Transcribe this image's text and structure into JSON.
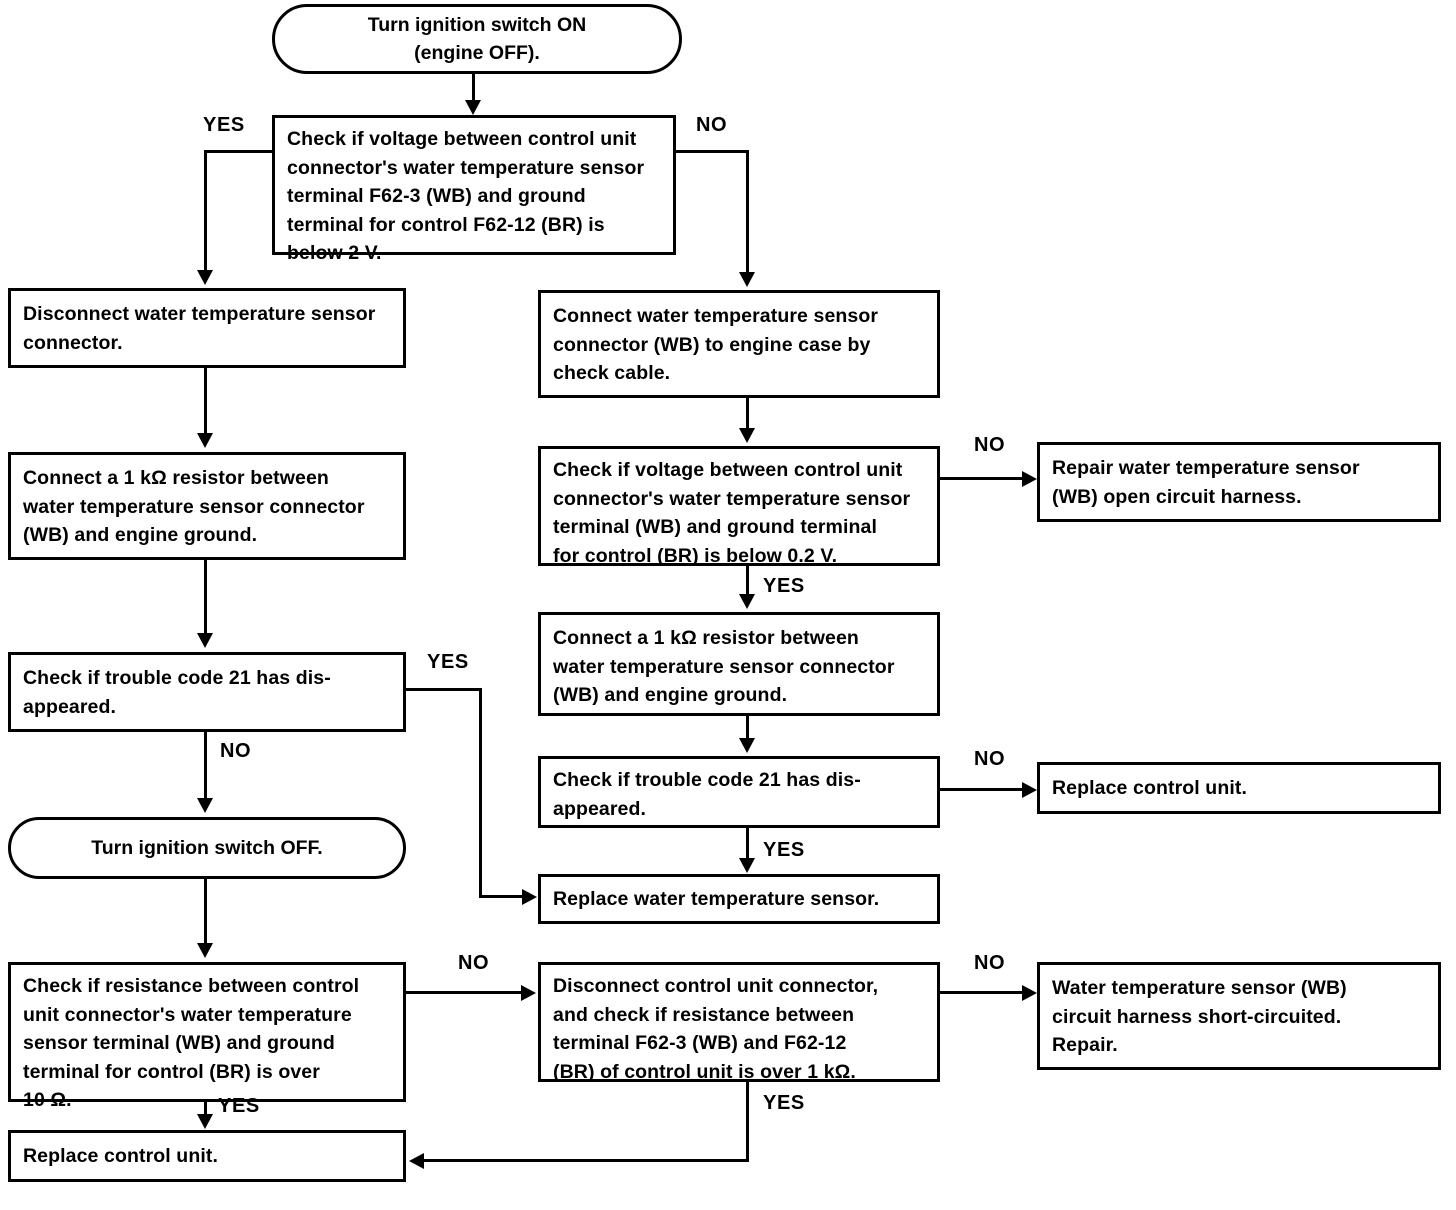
{
  "diagram": {
    "title": "Water temperature sensor trouble code 21 diagnostic flowchart",
    "line_color": "#000000",
    "background": "#ffffff",
    "nodes": {
      "start": {
        "kind": "terminal",
        "text": "Turn ignition switch ON\n(engine OFF)."
      },
      "check_voltage_f62": {
        "kind": "decision-box",
        "text": "Check if voltage between control unit\nconnector's water temperature sensor\nterminal F62-3 (WB) and ground\nterminal for control F62-12 (BR) is\nbelow 2 V."
      },
      "disconnect_sensor_connector": {
        "kind": "process",
        "text": "Disconnect water temperature sensor\nconnector."
      },
      "connect_resistor_left": {
        "kind": "process",
        "text": "Connect a 1 kΩ resistor between\nwater temperature sensor connector\n(WB) and engine ground."
      },
      "check_code21_left": {
        "kind": "decision-box",
        "text": "Check if trouble code 21 has dis-\nappeared."
      },
      "ignition_off": {
        "kind": "terminal",
        "text": "Turn ignition switch OFF."
      },
      "check_resistance_left": {
        "kind": "decision-box",
        "text": " Check if resistance between control\nunit connector's water temperature\nsensor terminal (WB) and ground\nterminal for control (BR) is over\n10 Ω."
      },
      "replace_control_unit_left": {
        "kind": "process",
        "text": "Replace control unit."
      },
      "connect_sensor_to_case": {
        "kind": "process",
        "text": "Connect water temperature sensor\nconnector (WB) to engine case by\ncheck cable."
      },
      "check_voltage_02v": {
        "kind": "decision-box",
        "text": "Check if voltage between control unit\nconnector's water temperature sensor\nterminal (WB) and ground terminal\nfor control (BR) is below 0.2 V."
      },
      "connect_resistor_mid": {
        "kind": "process",
        "text": "Connect a 1 kΩ resistor between\nwater temperature sensor connector\n(WB) and engine ground."
      },
      "check_code21_mid": {
        "kind": "decision-box",
        "text": "Check if trouble code 21 has dis-\nappeared."
      },
      "replace_sensor": {
        "kind": "process",
        "text": "Replace water temperature sensor."
      },
      "disconnect_cu_check_resistance": {
        "kind": "decision-box",
        "text": "Disconnect control unit connector,\nand check if resistance between\nterminal F62-3 (WB) and F62-12\n(BR) of control unit is over 1 kΩ."
      },
      "repair_open_circuit": {
        "kind": "process",
        "text": "Repair water temperature sensor\n(WB) open circuit harness."
      },
      "replace_control_unit_right": {
        "kind": "process",
        "text": "Replace control unit."
      },
      "short_circuit_repair": {
        "kind": "process",
        "text": "Water temperature sensor (WB)\ncircuit harness short-circuited.\nRepair."
      }
    },
    "edge_labels": {
      "yes_from_voltage_f62": "YES",
      "no_from_voltage_f62": "NO",
      "no_from_voltage_02v": "NO",
      "yes_from_voltage_02v": "YES",
      "no_from_code21_mid": "NO",
      "yes_from_code21_mid": "YES",
      "yes_from_code21_left": "YES",
      "no_from_code21_left": "NO",
      "no_from_resistance_left": "NO",
      "yes_from_resistance_left": "YES",
      "no_from_disconnect_cu": "NO",
      "yes_from_disconnect_cu": "YES"
    }
  }
}
